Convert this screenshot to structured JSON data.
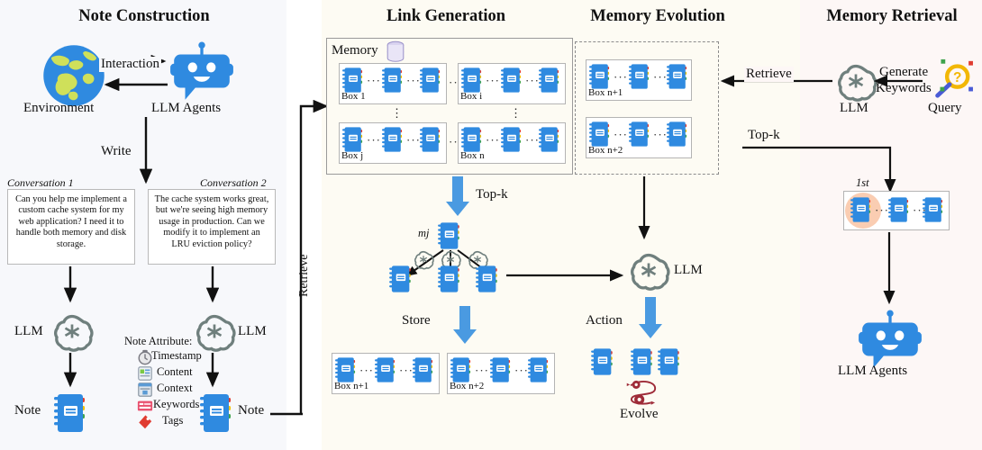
{
  "panels": {
    "note_construction": {
      "title": "Note Construction",
      "environment_label": "Environment",
      "agents_label": "LLM Agents",
      "interaction_label": "Interaction",
      "write_label": "Write",
      "conversation1_title": "Conversation 1",
      "conversation2_title": "Conversation 2",
      "conversation1_text": "Can you help me implement a custom cache system for my web application? I need it to handle both memory and disk storage.",
      "conversation2_text": "The cache system works great, but we're seeing high memory usage in production. Can we modify it to implement an LRU eviction policy?",
      "llm_left_label": "LLM",
      "llm_right_label": "LLM",
      "note_left_label": "Note",
      "note_right_label": "Note",
      "note_attribute_title": "Note Attribute:",
      "attributes": [
        "Timestamp",
        "Content",
        "Context",
        "Keywords",
        "Tags"
      ],
      "retrieve_label": "Retrieve"
    },
    "link_generation": {
      "title": "Link Generation",
      "memory_label": "Memory",
      "boxes": [
        "Box 1",
        "Box i",
        "Box j",
        "Box n"
      ],
      "topk_label": "Top-k",
      "mj_label": "mj",
      "store_label": "Store",
      "store_boxes": [
        "Box n+1",
        "Box n+2"
      ]
    },
    "memory_evolution": {
      "title": "Memory Evolution",
      "boxes": [
        "Box n+1",
        "Box n+2"
      ],
      "llm_label": "LLM",
      "action_label": "Action",
      "evolve_label": "Evolve"
    },
    "memory_retrieval": {
      "title": "Memory Retrieval",
      "retrieve_label": "Retrieve",
      "llm_label": "LLM",
      "generate_label": "Generate",
      "keywords_label": "Keywords",
      "query_label": "Query",
      "topk_label": "Top-k",
      "first_label": "1st",
      "agents_label": "LLM Agents"
    }
  },
  "colors": {
    "note_blue": "#2f8ae0",
    "arrow_blue": "#4a9ae1",
    "panel_note_bg": "#f7f8fb",
    "panel_link_bg": "#fdfbf3",
    "panel_retrieval_bg": "#fdf7f6",
    "highlight": "#f9c4a4",
    "llm_gray": "#6f7f7d",
    "evolve_red": "#9e2b38"
  }
}
